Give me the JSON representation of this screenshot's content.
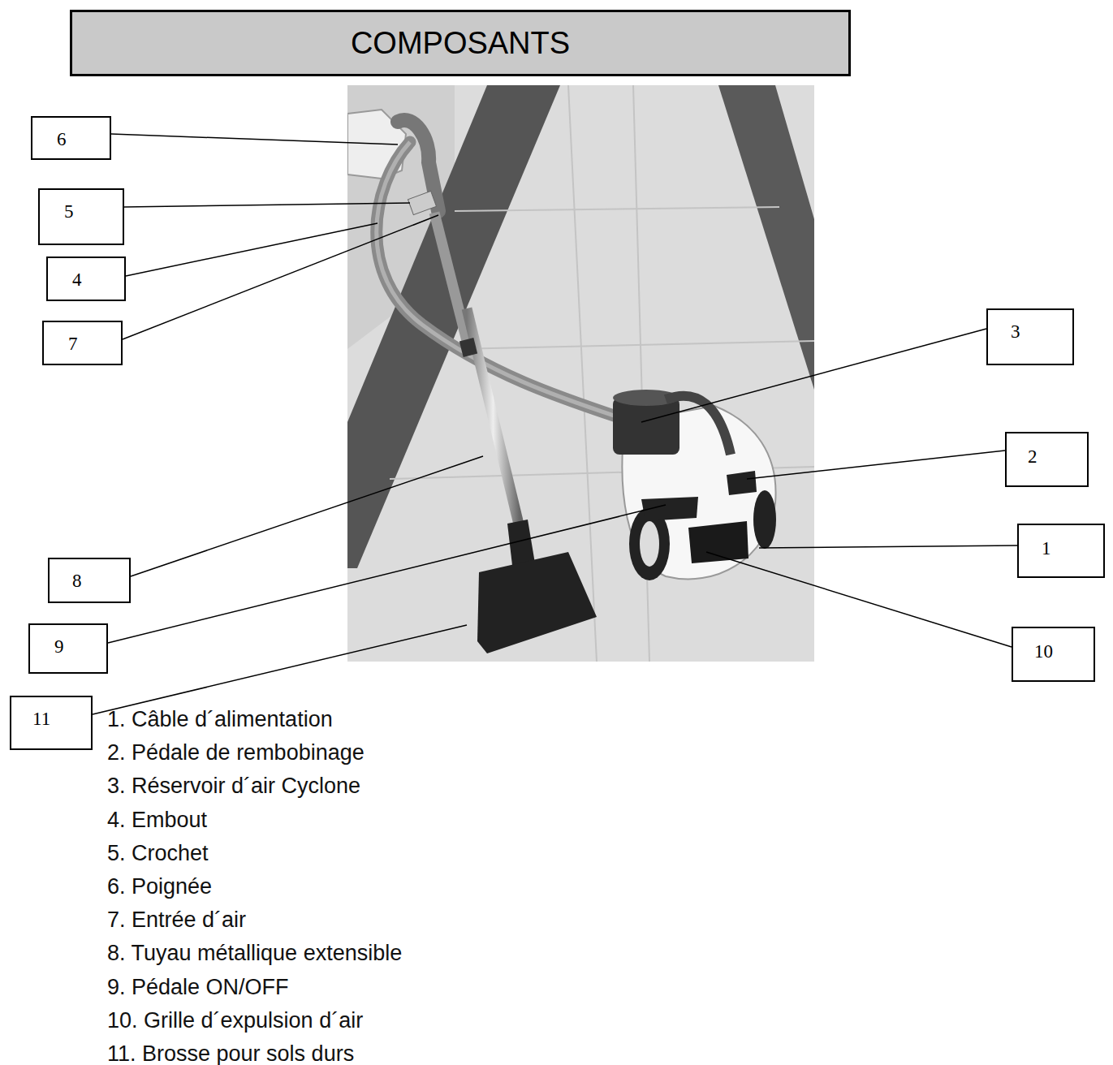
{
  "diagram": {
    "title": "COMPOSANTS",
    "nodes": [
      {
        "text": [
          "6"
        ]
      },
      {
        "text": [
          "5"
        ]
      },
      {
        "text": [
          "4"
        ]
      },
      {
        "text": [
          "3"
        ]
      },
      {
        "text": [
          "7"
        ]
      },
      {
        "text": [
          "2"
        ]
      },
      {
        "text": [
          "1"
        ]
      },
      {
        "text": [
          "8"
        ]
      },
      {
        "text": [
          "9"
        ]
      },
      {
        "text": [
          "10"
        ]
      },
      {
        "text": [
          "11"
        ]
      }
    ],
    "labels": [
      "1. Câble d´alimentation",
      "2. Pédale de rembobinage",
      "3. Réservoir d´air Cyclone",
      "4. Embout",
      "5. Crochet",
      "6. Poignée",
      "7. Entrée d´air",
      "8. Tuyau métallique extensible",
      "9. Pédale ON/OFF",
      "10. Grille d´expulsion d´air",
      "11. Brosse pour sols durs"
    ]
  }
}
